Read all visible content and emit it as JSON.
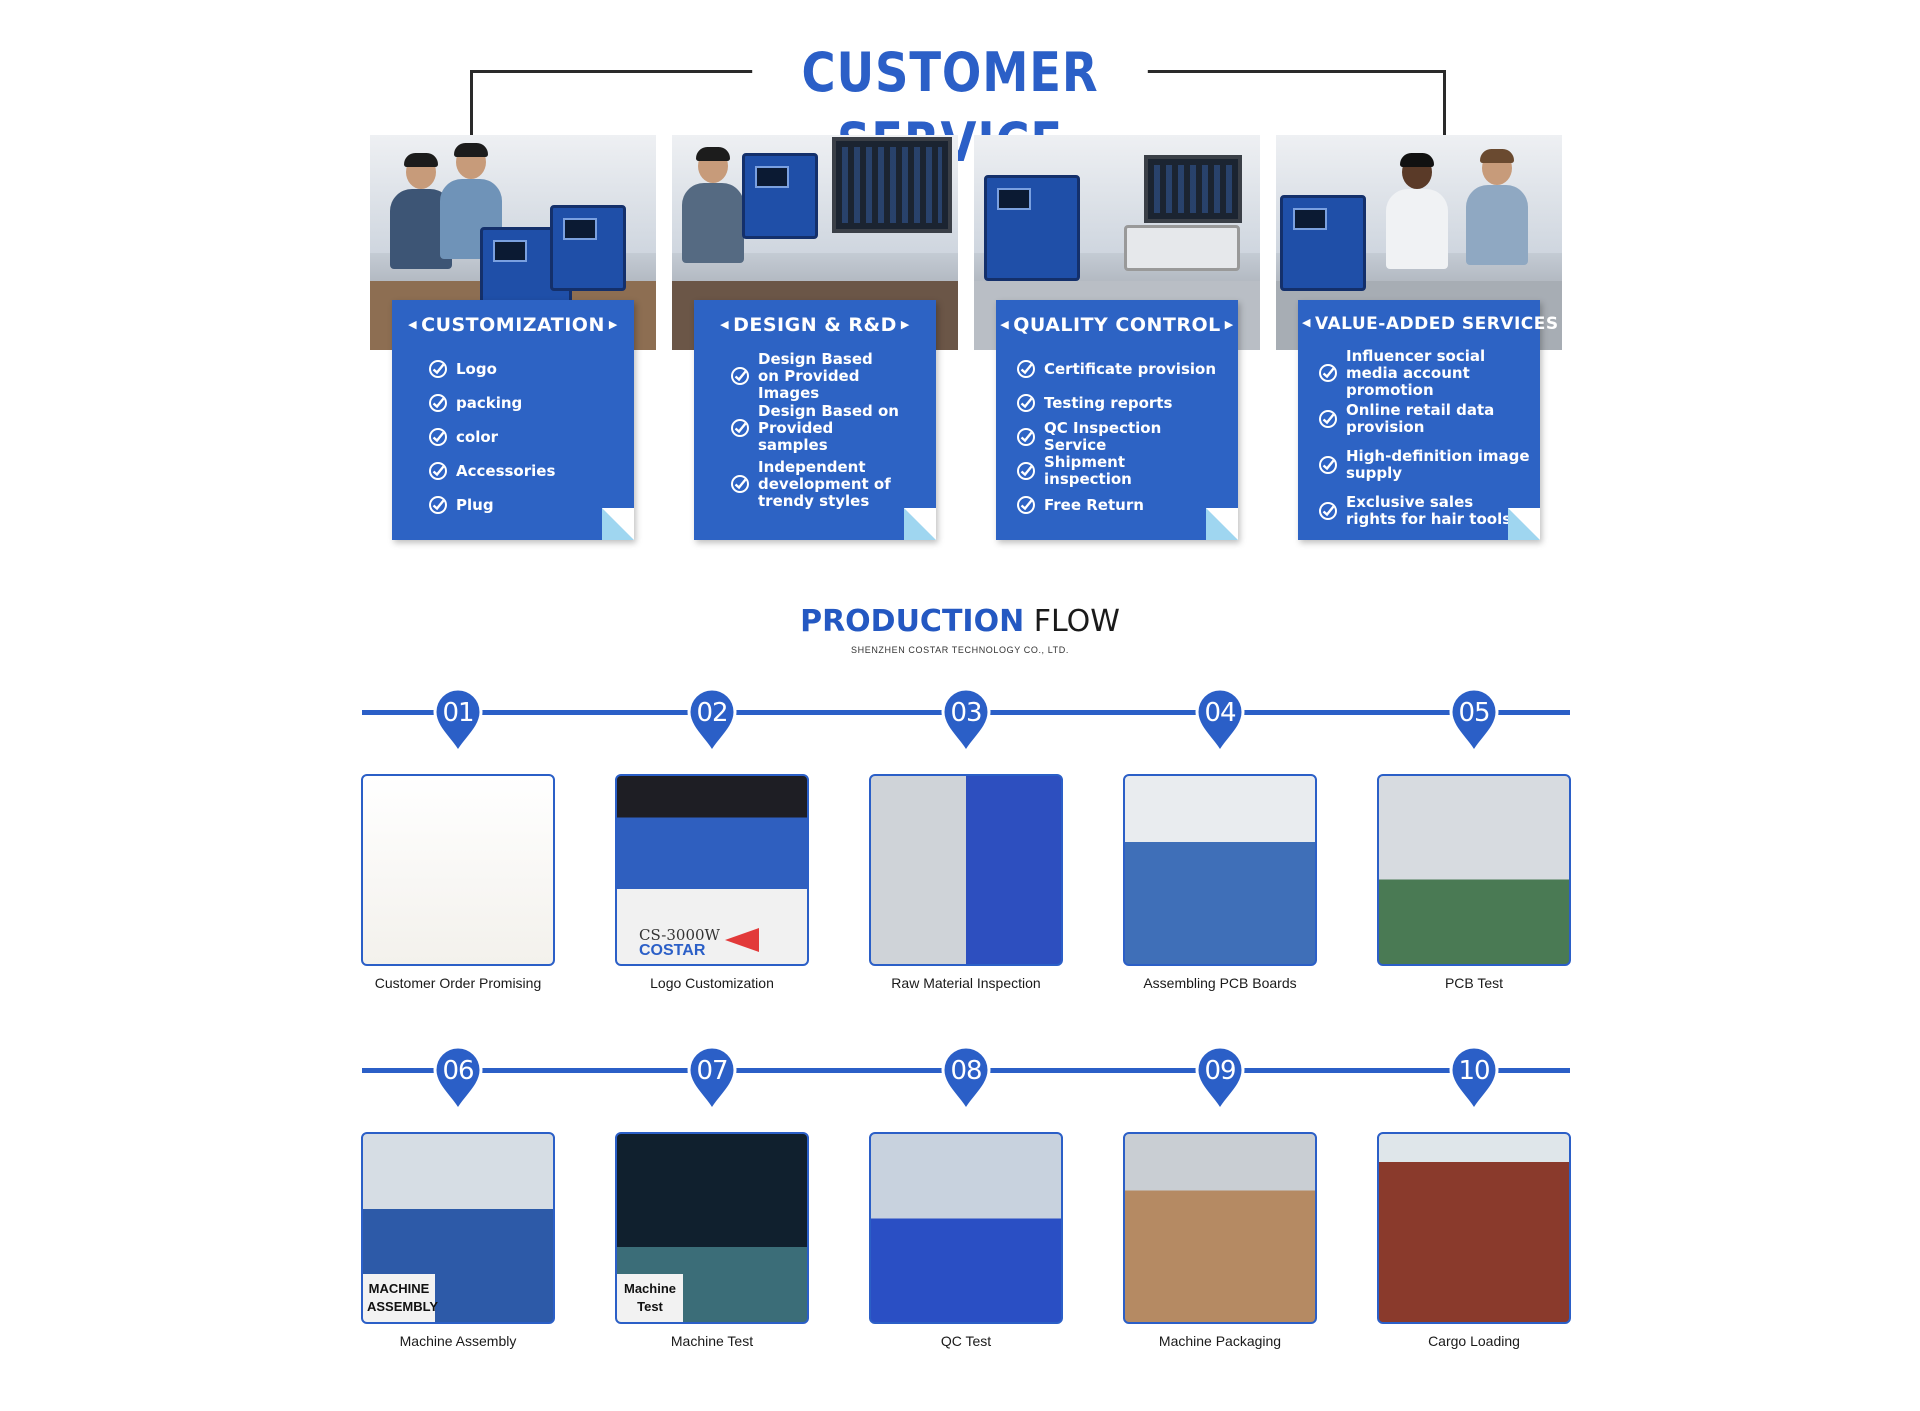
{
  "customer_service": {
    "title": "CUSTOMER SERVICE",
    "cards": [
      {
        "title": "CUSTOMIZATION",
        "items": [
          "Logo",
          "packing",
          "color",
          "Accessories",
          "Plug"
        ]
      },
      {
        "title": "DESIGN & R&D",
        "items": [
          "Design Based on Provided Images",
          "Design Based on Provided samples",
          "Independent development of trendy styles"
        ]
      },
      {
        "title": "QUALITY CONTROL",
        "items": [
          "Certificate provision",
          "Testing reports",
          "QC Inspection Service",
          "Shipment inspection",
          "Free Return"
        ]
      },
      {
        "title": "VALUE-ADDED SERVICES",
        "items": [
          "Influencer social media account promotion",
          "Online retail data provision",
          "High-definition image supply",
          "Exclusive sales rights for hair tools"
        ]
      }
    ]
  },
  "production_flow": {
    "title_bold": "PRODUCTION",
    "title_normal": " FLOW",
    "subtitle": "SHENZHEN COSTAR TECHNOLOGY CO., LTD.",
    "steps": [
      {
        "number": "01",
        "caption": "Customer Order Promising"
      },
      {
        "number": "02",
        "caption": "Logo Customization",
        "image_text": "CS-3000W",
        "brand_text": "COSTAR"
      },
      {
        "number": "03",
        "caption": "Raw Material Inspection"
      },
      {
        "number": "04",
        "caption": "Assembling PCB Boards"
      },
      {
        "number": "05",
        "caption": "PCB Test"
      },
      {
        "number": "06",
        "caption": "Machine Assembly",
        "image_text": "MACHINE ASSEMBLY"
      },
      {
        "number": "07",
        "caption": "Machine Test",
        "image_text": "Machine Test"
      },
      {
        "number": "08",
        "caption": "QC Test"
      },
      {
        "number": "09",
        "caption": "Machine Packaging"
      },
      {
        "number": "10",
        "caption": "Cargo Loading"
      }
    ]
  },
  "colors": {
    "brand_blue": "#2b5fc7",
    "panel_blue": "#2d63c4",
    "curl": "#9fd6f0"
  }
}
